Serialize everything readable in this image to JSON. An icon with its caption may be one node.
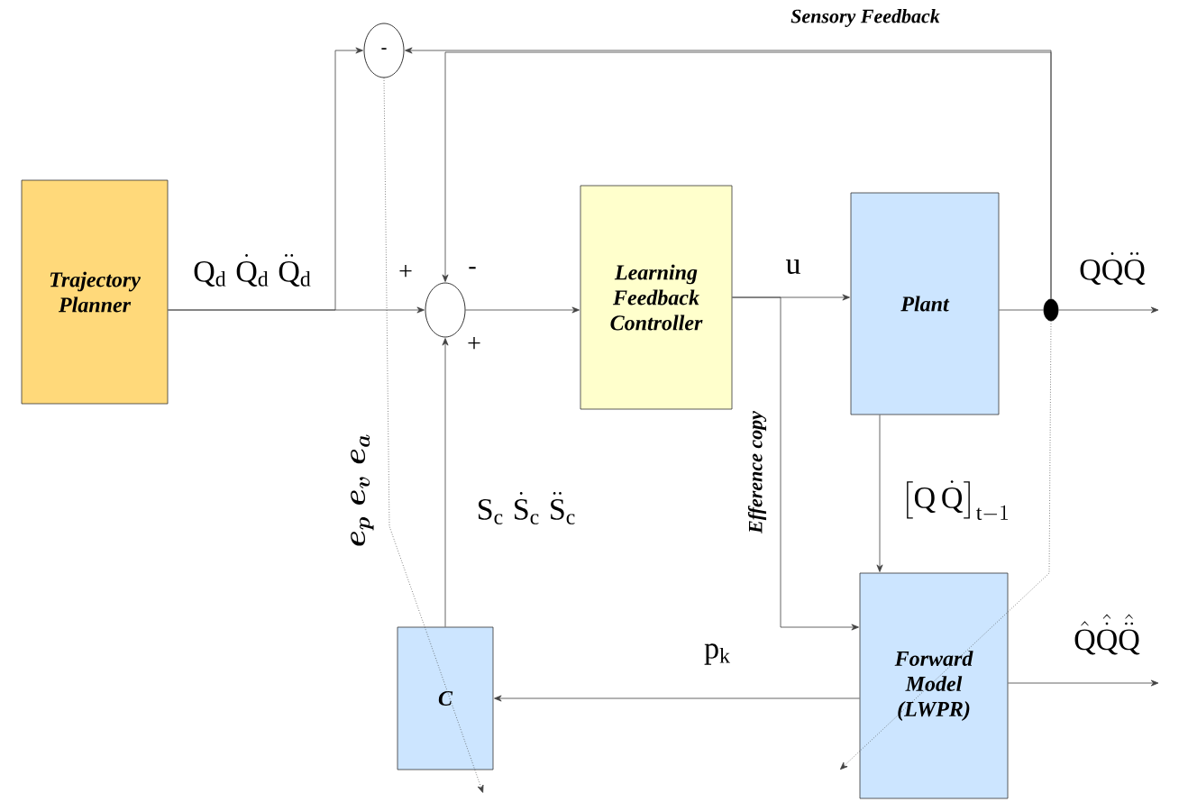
{
  "diagram": {
    "nodes": [
      {
        "text": [
          "Trajectory Planner"
        ]
      },
      {
        "text": [
          "-"
        ]
      },
      {
        "text": [],
        "shape": "circle"
      },
      {
        "text": [
          "Learning Feedback Controller"
        ]
      },
      {
        "text": [
          "Plant"
        ]
      },
      {
        "text": [],
        "shape": "dot"
      },
      {
        "text": [
          "Forward Model (LWPR)"
        ]
      },
      {
        "text": [
          "C"
        ]
      }
    ],
    "edges": [
      {
        "from": 0,
        "to": 2,
        "arrow": "to",
        "label": "\\mathrm{Q}_{\\mathrm{d}}\\;\\dot{\\mathrm{Q}}_{\\mathrm{d}}\\;\\ddot{\\mathrm{Q}}_{\\mathrm{d}}"
      },
      {
        "from": 0,
        "to": 1,
        "arrow": "to"
      },
      {
        "from": 2,
        "to": 3,
        "arrow": "to"
      },
      {
        "from": 3,
        "to": 4,
        "arrow": "to",
        "label": "\\mathrm{u}"
      },
      {
        "from": 4,
        "to": 5,
        "arrow": "none"
      },
      {
        "from": 5,
        "to": null,
        "arrow": "to",
        "label": "\\mathrm{Q}\\dot{\\mathrm{Q}}\\ddot{\\mathrm{Q}}"
      },
      {
        "from": 5,
        "to": 1,
        "arrow": "to",
        "label": "Sensory Feedback"
      },
      {
        "from": 5,
        "to": 2,
        "arrow": "to"
      },
      {
        "from": 4,
        "to": 6,
        "arrow": "to",
        "label": "\\left[\\mathrm{Q}\\,\\dot{\\mathrm{Q}}\\right]_{\\mathrm{t}-1}"
      },
      {
        "from": 3,
        "to": 6,
        "arrow": "to",
        "label": "Efference copy"
      },
      {
        "from": 6,
        "to": 7,
        "arrow": "to",
        "label": "\\mathrm{p}_{\\mathrm{k}}"
      },
      {
        "from": 7,
        "to": 2,
        "arrow": "to",
        "label": "\\mathrm{S}_{\\mathrm{c}}\\;\\dot{\\mathrm{S}}_{\\mathrm{c}}\\;\\ddot{\\mathrm{S}}_{\\mathrm{c}}"
      },
      {
        "from": 6,
        "to": null,
        "arrow": "to",
        "label": "\\hat{\\mathrm{Q}}\\hat{\\dot{\\mathrm{Q}}}\\hat{\\ddot{\\mathrm{Q}}}"
      },
      {
        "from": 1,
        "to": 7,
        "arrow": "to",
        "style": "dashed",
        "label": "\\boldsymbol{e_{p}\\;e_{v}\\;e_{a}}"
      },
      {
        "from": 5,
        "to": 6,
        "arrow": "to",
        "style": "dashed"
      }
    ],
    "labels": [
      "+",
      "-",
      "+"
    ]
  }
}
